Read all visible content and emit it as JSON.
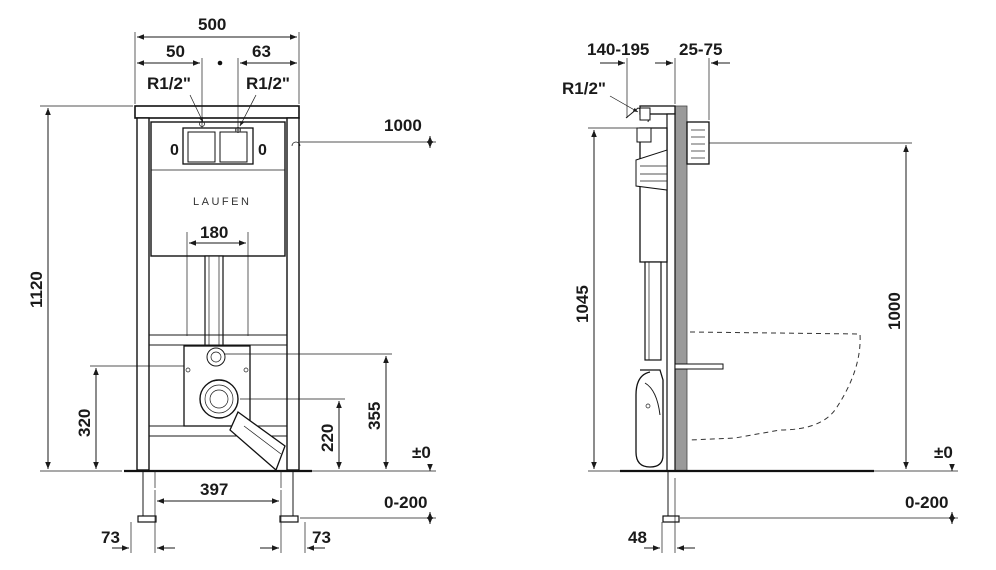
{
  "brand": "LAUFEN",
  "front_view": {
    "width_total": "500",
    "offset_left": "50",
    "offset_right": "63",
    "connection_left": "R1/2\"",
    "connection_right": "R1/2\"",
    "height_total": "1120",
    "reference_height": "1000",
    "flush_pipe_width": "180",
    "drain_height": "320",
    "outlet_height": "355",
    "outlet_lower_height": "220",
    "floor_level": "±0",
    "foot_spacing": "397",
    "foot_adjust": "0-200",
    "foot_offset_left": "73",
    "foot_offset_right": "73"
  },
  "side_view": {
    "depth_range": "140-195",
    "wall_range": "25-75",
    "connection": "R1/2\"",
    "height": "1045",
    "reference_height": "1000",
    "floor_level": "±0",
    "foot_adjust": "0-200",
    "foot_depth": "48"
  }
}
